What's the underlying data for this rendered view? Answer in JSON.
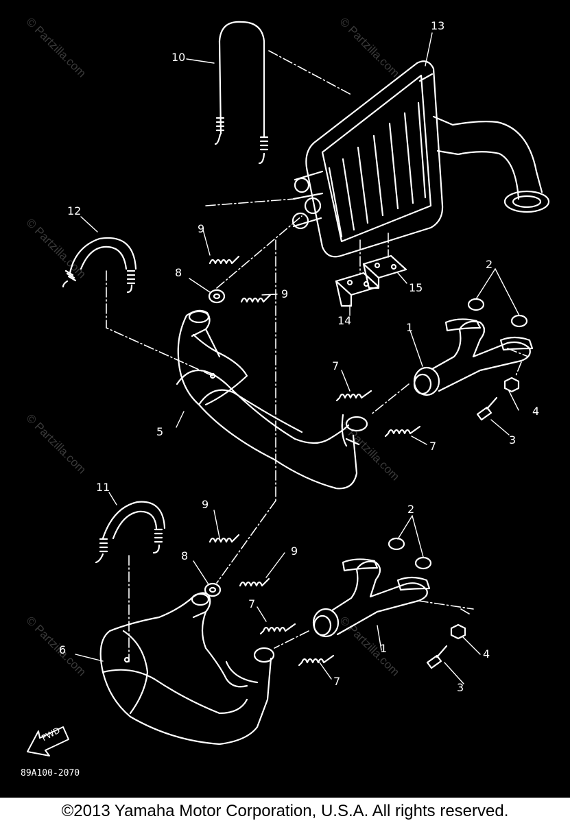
{
  "diagram": {
    "watermark_text": "© Partzilla.com",
    "callouts": {
      "c1a": "1",
      "c1b": "1",
      "c2a": "2",
      "c2b": "2",
      "c3a": "3",
      "c3b": "3",
      "c4a": "4",
      "c4b": "4",
      "c5": "5",
      "c6": "6",
      "c7a": "7",
      "c7b": "7",
      "c7c": "7",
      "c7d": "7",
      "c8a": "8",
      "c8b": "8",
      "c9a": "9",
      "c9b": "9",
      "c9c": "9",
      "c9d": "9",
      "c10": "10",
      "c11": "11",
      "c12": "12",
      "c13": "13",
      "c14": "14",
      "c15": "15"
    },
    "fwd_label": "FWD",
    "drawing_number": "89A100-2070"
  },
  "footer": {
    "copyright": "©2013 Yamaha Motor Corporation, U.S.A. All rights reserved."
  },
  "colors": {
    "background": "#000000",
    "lines": "#ffffff",
    "watermark": "#3a3a3a",
    "footer_background": "#ffffff",
    "footer_text": "#000000"
  }
}
